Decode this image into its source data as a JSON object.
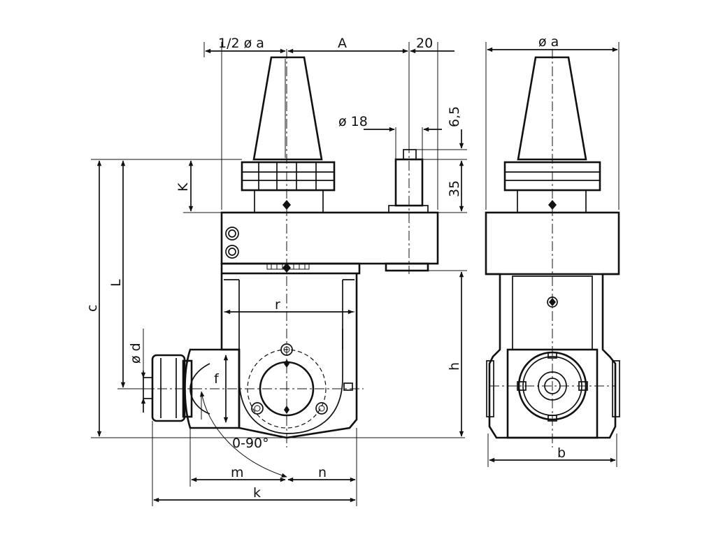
{
  "labels": {
    "half_dia_a": "1/2 ø a",
    "A": "A",
    "twenty": "20",
    "dia_18": "ø 18",
    "six_five": "6,5",
    "thirty_five": "35",
    "K": "K",
    "c": "c",
    "L": "L",
    "dia_d": "ø d",
    "r": "r",
    "h": "h",
    "f": "f",
    "angle": "0-90°",
    "m": "m",
    "n": "n",
    "k": "k",
    "dia_a": "ø a",
    "b": "b"
  }
}
